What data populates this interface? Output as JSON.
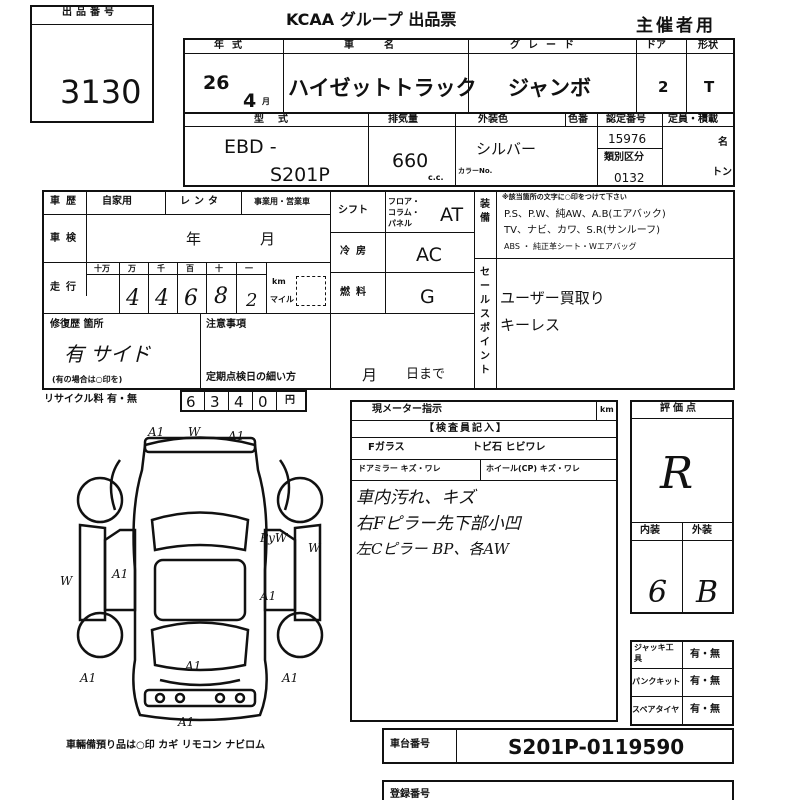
{
  "lot": {
    "label": "出品番号",
    "number": "3130"
  },
  "header": {
    "title": "KCAA グループ 出品票",
    "owner_copy": "主催者用"
  },
  "vehicle": {
    "year_label": "年式",
    "year": "26",
    "month_unit": "月",
    "month": "4",
    "name_label": "車名",
    "name": "ハイゼットトラック",
    "grade_label": "グレード",
    "grade": "ジャンボ",
    "doors_label": "ドア",
    "doors": "2",
    "shape_label": "形状",
    "shape": "T",
    "model_label": "型式",
    "model_prefix": "EBD -",
    "model": "S201P",
    "displacement_label": "排気量",
    "displacement": "660",
    "cc_unit": "c.c.",
    "color_label": "外装色",
    "color_no_label": "色番",
    "color": "シルバー",
    "color_no_caption": "カラーNo.",
    "cert_label": "認定番号",
    "cert_no": "15976",
    "class_label": "類別区分",
    "class_no": "0132",
    "capacity_label": "定員・積載",
    "capacity_unit1": "名",
    "capacity_unit2": "トン"
  },
  "details": {
    "use_label": "車歴",
    "use_options": [
      "自家用",
      "レンタ",
      "事業用・営業車"
    ],
    "inspection_label": "車検",
    "year_unit": "年",
    "month_unit": "月",
    "mileage_label": "走行",
    "mileage_digits": [
      "4",
      "4",
      "6",
      "8",
      "2"
    ],
    "digit_headers": [
      "十万",
      "万",
      "千",
      "百",
      "十",
      "一"
    ],
    "km_label": "km",
    "mile_label": "マイル",
    "shift_label": "シフト",
    "shift_options": "フロア・コラム・パネル",
    "shift": "AT",
    "ac_label": "冷房",
    "ac": "AC",
    "fuel_label": "燃料",
    "fuel": "G"
  },
  "equipment": {
    "label": "装備",
    "note": "※該当箇所の文字に○印をつけて下さい",
    "line1": "P.S、P.W、純AW、A.B(エアバック)",
    "line2": "TV、ナビ、カワ、S.R(サンルーフ)",
    "line3": "ABS ・ 純正革シート・Wエアバッグ"
  },
  "sale_points": {
    "label": "セールスポイント",
    "items": [
      "ユーザー買取り",
      "キーレス"
    ]
  },
  "repair": {
    "label": "修復歴 箇所",
    "value": "有 サイド",
    "note": "(有の場合は○印を)"
  },
  "notes": {
    "label": "注意事項",
    "periodic_label": "定期点検日の細い方",
    "month_unit": "月",
    "day_unit": "日まで"
  },
  "recycle": {
    "label": "リサイクル料 有・無",
    "digits": [
      "6",
      "3",
      "4",
      "0"
    ],
    "unit": "円"
  },
  "meter": {
    "label": "現メーター指示",
    "unit": "km"
  },
  "inspector": {
    "header": "【検査員記入】",
    "glass_label": "Fガラス",
    "glass_options": "トビ石 ヒビワレ",
    "mirror_label": "ドアミラー キズ・ワレ",
    "wheel_label": "ホイール(CP) キズ・ワレ",
    "comments": [
      "車内汚れ、キズ",
      "右Fピラー先下部小凹",
      "左Cピラー BP、各AW"
    ]
  },
  "score": {
    "label": "評価点",
    "value": "R",
    "interior_label": "内装",
    "exterior_label": "外装",
    "interior": "6",
    "exterior": "B"
  },
  "tools": [
    {
      "label": "ジャッキ工具",
      "options": "有・無"
    },
    {
      "label": "パンクキット",
      "options": "有・無"
    },
    {
      "label": "スペアタイヤ",
      "options": "有・無"
    }
  ],
  "chassis": {
    "label": "車台番号",
    "value": "S201P-0119590"
  },
  "diagram": {
    "caption": "車輛備預り品は○印 カギ リモコン ナビロム",
    "marks": [
      "A1",
      "W",
      "A1",
      "A1",
      "W",
      "PyW",
      "W",
      "A1",
      "A1",
      "A1",
      "A1",
      "A1"
    ]
  },
  "bottom_label": "登録番号"
}
